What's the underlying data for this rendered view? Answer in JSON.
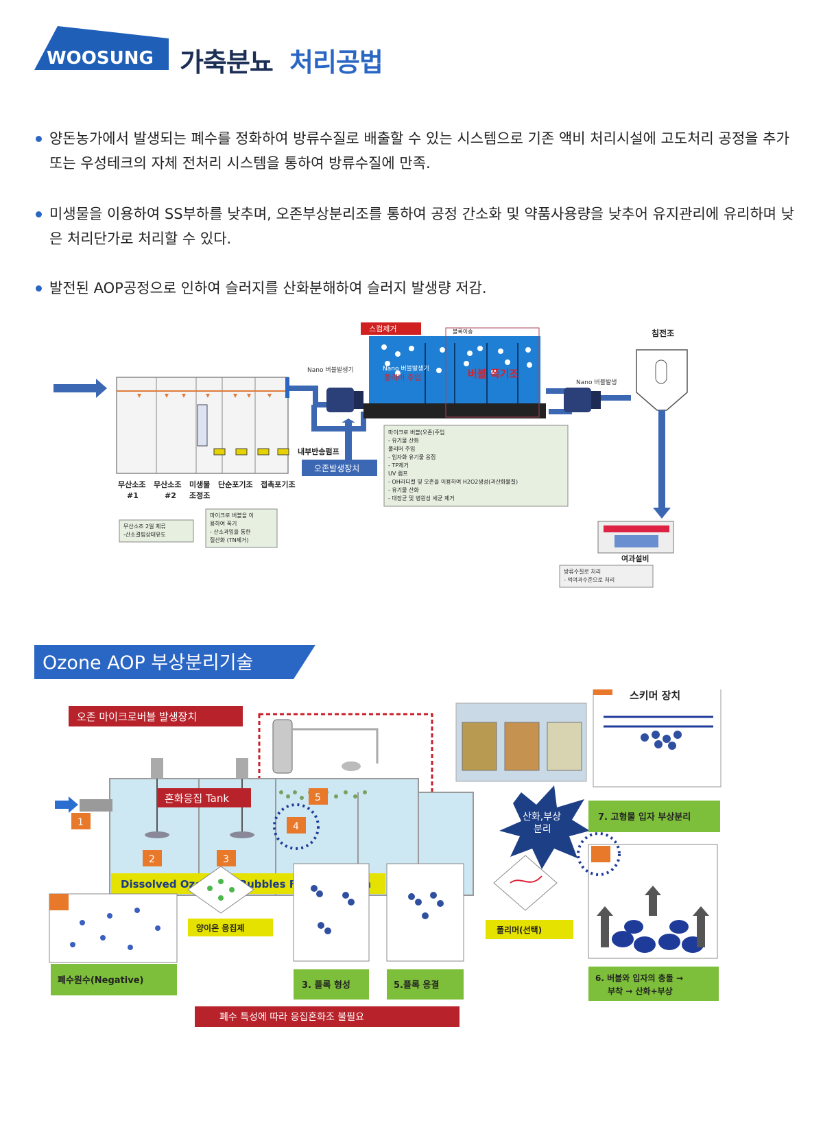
{
  "header": {
    "logo_text": "WOOSUNG",
    "title_dark": "가축분뇨",
    "title_blue": "처리공법",
    "colors": {
      "brand_blue": "#2a66c4",
      "dark_navy": "#1c2f55"
    }
  },
  "bullets": [
    {
      "text": "양돈농가에서 발생되는 폐수를 정화하여 방류수질로 배출할 수 있는 시스템으로 기존 액비 처리시설에 고도처리 공정을 추가 또는 우성테크의 자체 전처리 시스템을 통하여 방류수질에 만족."
    },
    {
      "text": "미생물을 이용하여 SS부하를 낮추며, 오존부상분리조를 통하여 공정 간소화 및 약품사용량을 낮추어 유지관리에 유리하며 낮은 처리단가로 처리할 수 있다."
    },
    {
      "text": "발전된 AOP공정으로 인하여 슬러지를 산화분해하여 슬러지 발생량 저감."
    }
  ],
  "process_diagram": {
    "scum_label": "스컴제거",
    "top_label": "블록이송",
    "nano_bubble_1": "Nano 버블발생기",
    "nano_bubble_2": "Nano 버블발생기",
    "polymer_injection": "폴리머 주입",
    "nano_bubble_3": "Nano 버블발생",
    "bubble_aeration": "버블 폭기조",
    "settling_tank": "침전조",
    "internal_pump": "내부반송펌프",
    "ozone_generator": "오존발생장치",
    "tank_labels": [
      {
        "line1": "무산소조",
        "line2": "#1"
      },
      {
        "line1": "무산소조",
        "line2": "#2"
      },
      {
        "line1": "미생물",
        "line2": "조정조"
      },
      {
        "line1": "단순포기조",
        "line2": ""
      },
      {
        "line1": "접촉포기조",
        "line2": ""
      }
    ],
    "info_box_left": [
      "무산소조 2일 체류",
      "-산소결핍상태유도"
    ],
    "info_box_mid": [
      "마이크로 버블을 이",
      "용하여 폭기",
      "- 산소과잉을 통한",
      "질산화 (TN제거)"
    ],
    "info_box_ozone": [
      "마이크로 버블(오존)주입",
      "- 유기물 산화",
      "폴리머 주입",
      "-  입자화 유기물 응집",
      "-  TP제거",
      "UV 램프",
      "- OH라디컬 및 오존을 이용하여 H2O2생성(과산화물질)",
      "-  유기물 산화",
      "-  대장균 및 병원성 세균 제거"
    ],
    "filtration_label": "여과설비",
    "info_box_right": [
      "방류수질로 처리",
      "- 먹여과수준으로 처리"
    ]
  },
  "section": {
    "title": "Ozone AOP 부상분리기술"
  },
  "aop_diagram": {
    "ozone_device_label": "오존 마이크로버블 발생장치",
    "tank_label": "혼화응집 Tank",
    "tech_label": "Dissolved Ozonated Bubbles Flotation Tech",
    "oxidation_label_1": "산화,부상",
    "oxidation_label_2": "분리",
    "skimmer_label": "스키머 장치",
    "solid_flotation_label": "7. 고형물 입자 부상분리",
    "cation_coagulant_label": "양이온 응집제",
    "wastewater_label": "폐수원수(Negative)",
    "floc_formation_label": "3. 플록 형성",
    "floc_coagulation_label": "5.플록 응결",
    "polymer_label": "폴리머(선택)",
    "collision_label_1": "6. 버블와 입자의 충돌 →",
    "collision_label_2": "부착 → 산화+부상",
    "note_label": "폐수 특성에 따라 응집혼화조 불필요",
    "numbers": [
      "1",
      "2",
      "3",
      "4",
      "5"
    ]
  }
}
